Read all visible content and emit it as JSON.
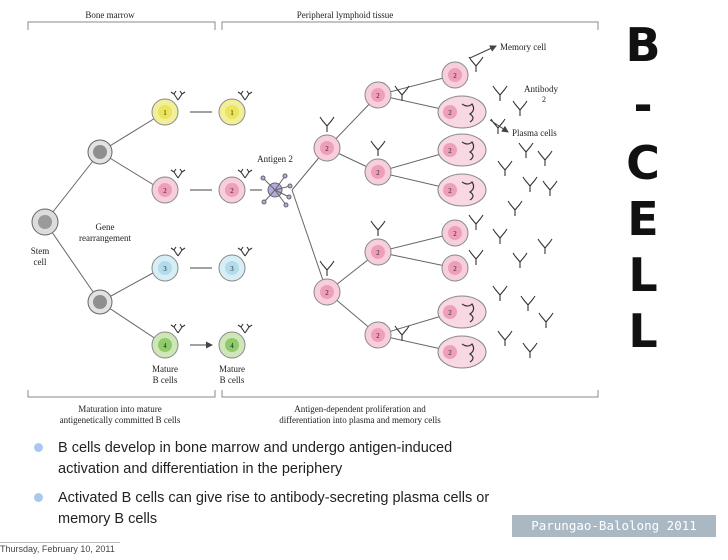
{
  "title": [
    "B",
    "-",
    "C",
    "E",
    "L",
    "L"
  ],
  "bullets": [
    "B cells develop in bone marrow and undergo antigen-induced activation and differentiation in the periphery",
    "Activated B cells can give rise to antibody-secreting plasma cells or memory B cells"
  ],
  "credit": "Parungao-Balolong 2011",
  "footer_date": "Thursday, February 10, 2011",
  "diagram": {
    "header_left": "Bone marrow",
    "header_right": "Peripheral lymphoid tissue",
    "footer_left": [
      "Maturation into mature",
      "antigenetically committed B cells"
    ],
    "footer_right": [
      "Antigen-dependent proliferation and",
      "differentiation into plasma and memory cells"
    ],
    "clone_ids": [
      "1",
      "2",
      "3",
      "4"
    ],
    "labels": {
      "stem": [
        "Stem",
        "cell"
      ],
      "gene": [
        "Gene",
        "rearrangement"
      ],
      "mature": [
        "Mature",
        "B cells"
      ],
      "antigen": "Antigen 2",
      "memory": "Memory cell",
      "antibody": "Antibody",
      "plasma": "Plasma cells"
    }
  },
  "colors": {
    "clone_1": "#f2ef9a",
    "clone_2": "#f6cfdb",
    "clone_3": "#d7eef6",
    "clone_4": "#cfe6b8",
    "antigen": "#b7a8e2",
    "bullet_dot": "#aac8ee",
    "credit_bg": "#aab8c4"
  },
  "icons": [
    "bullet-dot-icon"
  ]
}
